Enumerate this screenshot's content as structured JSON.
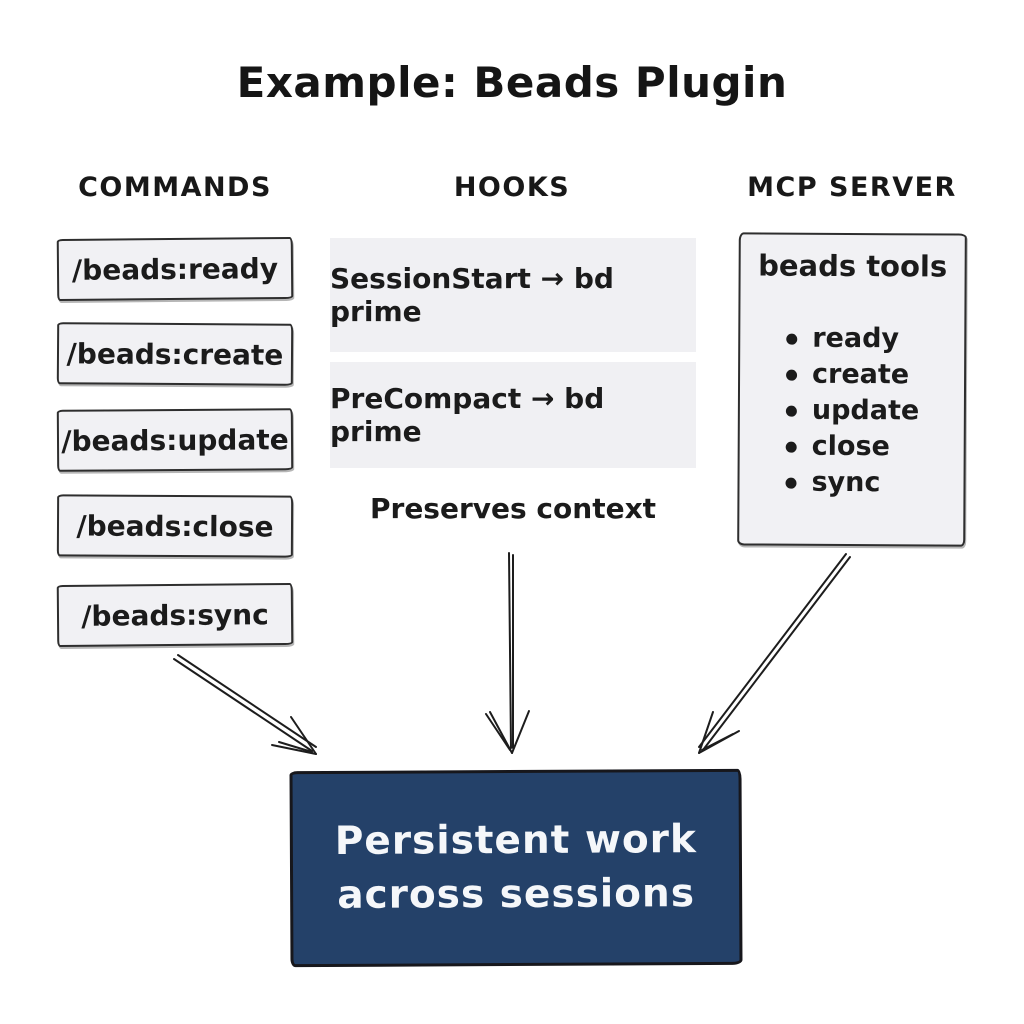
{
  "title": "Example: Beads Plugin",
  "commands": {
    "header": "COMMANDS",
    "items": [
      "/beads:ready",
      "/beads:create",
      "/beads:update",
      "/beads:close",
      "/beads:sync"
    ]
  },
  "hooks": {
    "header": "HOOKS",
    "items": [
      "SessionStart → bd prime",
      "PreCompact → bd prime"
    ],
    "note": "Preserves context"
  },
  "mcp": {
    "header": "MCP SERVER",
    "box_title": "beads tools",
    "tools": [
      "ready",
      "create",
      "update",
      "close",
      "sync"
    ]
  },
  "result": {
    "line1": "Persistent work",
    "line2": "across sessions"
  },
  "colors": {
    "page_bg": "#ffffff",
    "panel_bg": "#f1f1f4",
    "panel_border": "#2e2e2e",
    "ink": "#1b1b1b",
    "arrow": "#1d1d1d",
    "result_bg": "#244169",
    "result_border": "#17171c",
    "result_text": "#f5f7fa"
  }
}
